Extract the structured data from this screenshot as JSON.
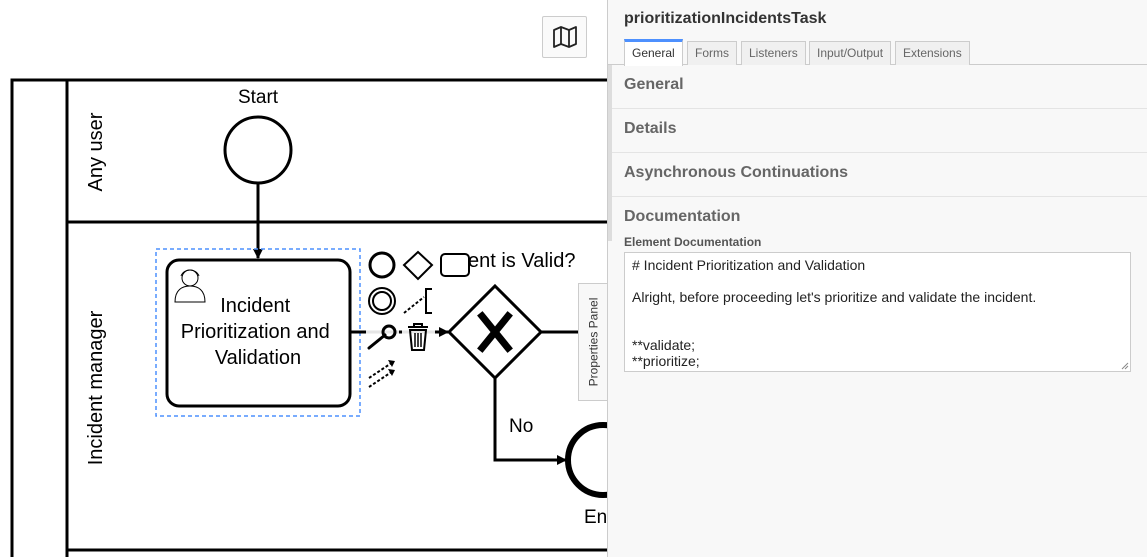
{
  "diagram": {
    "lanes": [
      {
        "label": "Any user"
      },
      {
        "label": "Incident manager"
      }
    ],
    "start_event": {
      "label": "Start"
    },
    "user_task": {
      "label_lines": [
        "Incident",
        "Prioritization and",
        "Validation"
      ]
    },
    "gateway": {
      "label": "Incident is Valid?",
      "visible_label": "ent is Valid?"
    },
    "flow_no": {
      "label": "No"
    },
    "end_event": {
      "label": "En"
    }
  },
  "canvas_controls": {
    "minimap_icon": "map-icon",
    "properties_toggle_label": "Properties Panel"
  },
  "properties_panel": {
    "element_id": "prioritizationIncidentsTask",
    "tabs": [
      {
        "label": "General",
        "active": true
      },
      {
        "label": "Forms",
        "active": false
      },
      {
        "label": "Listeners",
        "active": false
      },
      {
        "label": "Input/Output",
        "active": false
      },
      {
        "label": "Extensions",
        "active": false
      }
    ],
    "groups": [
      {
        "label": "General"
      },
      {
        "label": "Details"
      },
      {
        "label": "Asynchronous Continuations"
      },
      {
        "label": "Documentation"
      }
    ],
    "documentation": {
      "field_label": "Element Documentation",
      "value": "# Incident Prioritization and Validation\n\nAlright, before proceeding let's prioritize and validate the incident.\n\n\n**validate;\n**prioritize;"
    }
  },
  "colors": {
    "selection": "#4d90fe",
    "stroke": "#000000",
    "panel_bg": "#f8f8f8"
  }
}
